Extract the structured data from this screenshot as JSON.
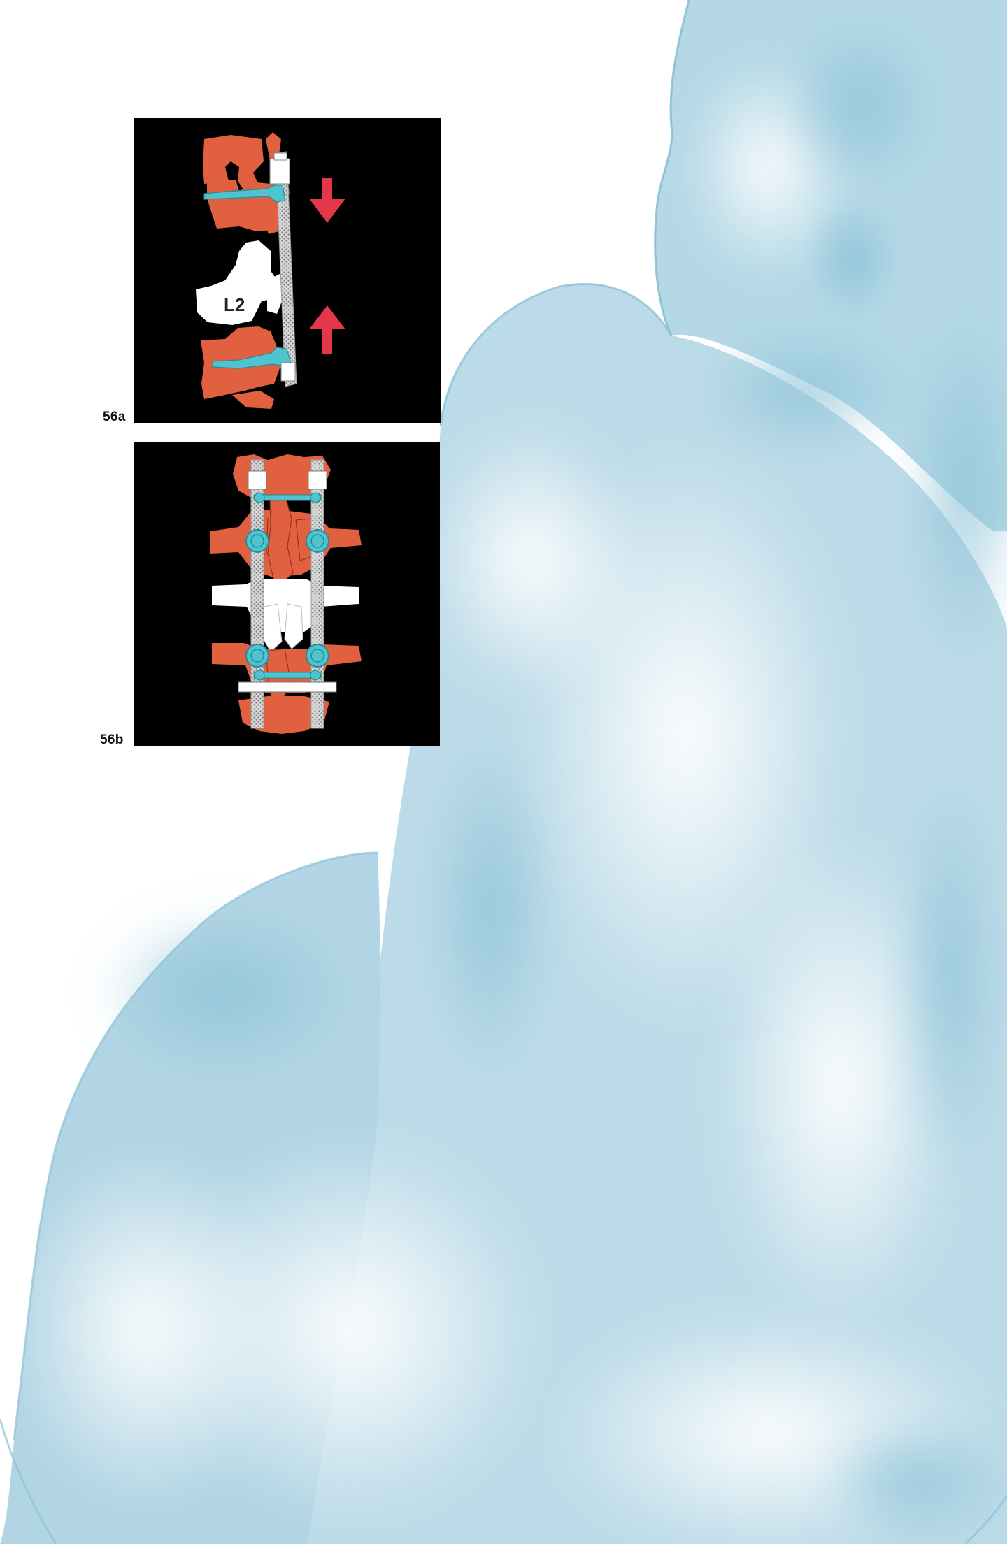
{
  "figures": {
    "a": {
      "label": "56a",
      "vertebra_label": "L2"
    },
    "b": {
      "label": "56b"
    }
  },
  "colors": {
    "bone": "#e0603f",
    "fractured_vertebra": "#ffffff",
    "implant": "#4fc3cf",
    "arrow": "#e5374a",
    "panel_bg": "#000000",
    "photo_tint": "#a9d3e3"
  },
  "icons": {
    "compression_arrow_down": "arrow-down-icon",
    "compression_arrow_up": "arrow-up-icon"
  }
}
